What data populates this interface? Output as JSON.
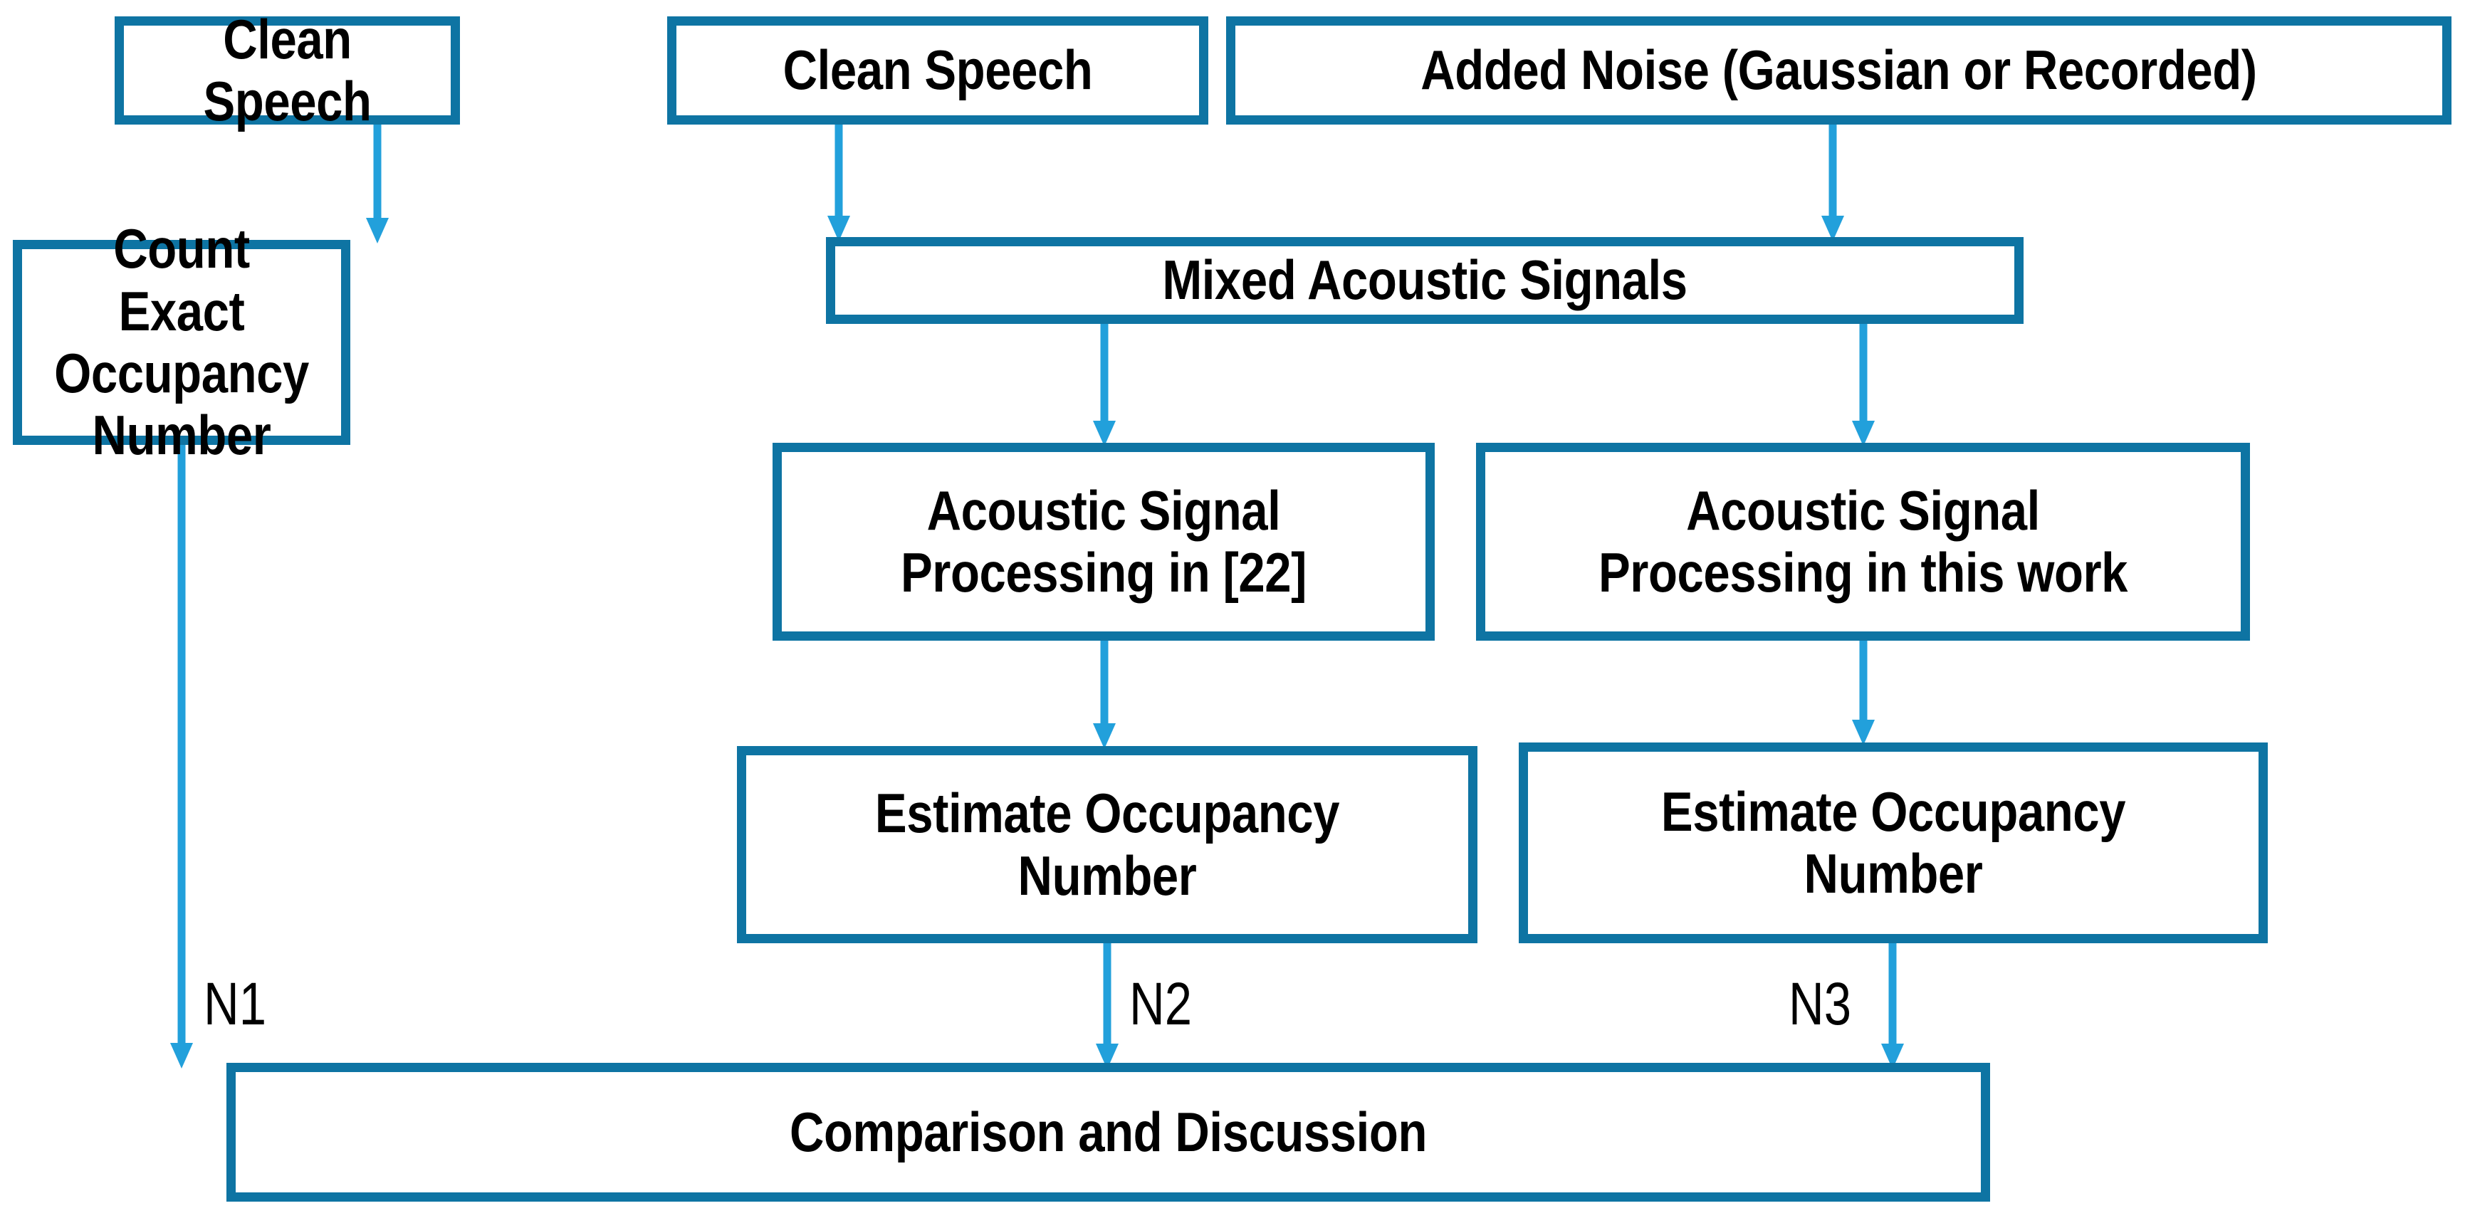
{
  "diagram": {
    "title": "Occupancy Number Estimation Comparison Flowchart",
    "colors": {
      "box_border": "#0E74A3",
      "arrow": "#22A0DB",
      "text": "#000000",
      "background": "#FFFFFF"
    },
    "nodes": [
      {
        "id": "clean-speech-left",
        "label": "Clean Speech"
      },
      {
        "id": "clean-speech-mid",
        "label": "Clean Speech"
      },
      {
        "id": "added-noise",
        "label": "Added Noise (Gaussian or Recorded)"
      },
      {
        "id": "count-exact-occupancy",
        "label": "Count Exact\nOccupancy Number"
      },
      {
        "id": "mixed-acoustic-signals",
        "label": "Mixed Acoustic Signals"
      },
      {
        "id": "asp-ref22",
        "label": "Acoustic Signal\nProcessing in [22]"
      },
      {
        "id": "asp-this-work",
        "label": "Acoustic Signal\nProcessing in this work"
      },
      {
        "id": "estimate-occupancy-mid",
        "label": "Estimate Occupancy\nNumber"
      },
      {
        "id": "estimate-occupancy-right",
        "label": "Estimate Occupancy\nNumber"
      },
      {
        "id": "comparison-discussion",
        "label": "Comparison and Discussion"
      }
    ],
    "edge_labels": [
      {
        "id": "n1",
        "label": "N1"
      },
      {
        "id": "n2",
        "label": "N2"
      },
      {
        "id": "n3",
        "label": "N3"
      }
    ],
    "edges": [
      {
        "from": "clean-speech-left",
        "to": "count-exact-occupancy",
        "label": ""
      },
      {
        "from": "clean-speech-mid",
        "to": "mixed-acoustic-signals",
        "label": ""
      },
      {
        "from": "added-noise",
        "to": "mixed-acoustic-signals",
        "label": ""
      },
      {
        "from": "mixed-acoustic-signals",
        "to": "asp-ref22",
        "label": ""
      },
      {
        "from": "mixed-acoustic-signals",
        "to": "asp-this-work",
        "label": ""
      },
      {
        "from": "asp-ref22",
        "to": "estimate-occupancy-mid",
        "label": ""
      },
      {
        "from": "asp-this-work",
        "to": "estimate-occupancy-right",
        "label": ""
      },
      {
        "from": "count-exact-occupancy",
        "to": "comparison-discussion",
        "label": "N1"
      },
      {
        "from": "estimate-occupancy-mid",
        "to": "comparison-discussion",
        "label": "N2"
      },
      {
        "from": "estimate-occupancy-right",
        "to": "comparison-discussion",
        "label": "N3"
      }
    ]
  }
}
